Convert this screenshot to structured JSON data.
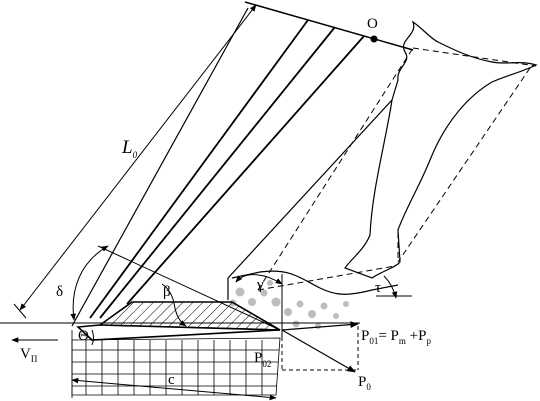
{
  "labels": {
    "point_o": "O",
    "length": "L",
    "length_sub": "0",
    "delta": "δ",
    "beta": "β",
    "gamma": "γ",
    "theta": "Θ",
    "tau": "τ",
    "velocity": "V",
    "velocity_sub": "П",
    "width_c": "c",
    "force_p01_main": "P",
    "force_p01_sub": "01",
    "force_eq": "= P",
    "force_pm_sub": "m",
    "force_plus": " +P",
    "force_pp_sub": "p",
    "force_p02": "P",
    "force_p02_sub": "02",
    "force_p0": "P",
    "force_p0_sub": "0"
  },
  "colors": {
    "stroke": "#000000",
    "soil_dots": "#bdbdbd",
    "background": "#ffffff"
  }
}
